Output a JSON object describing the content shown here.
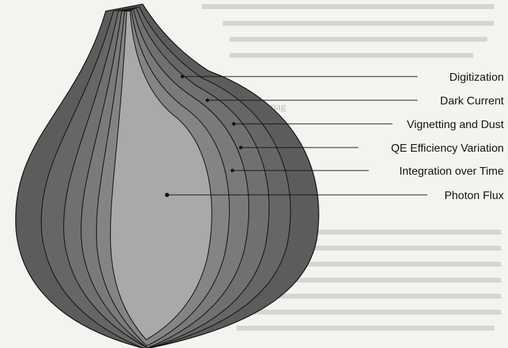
{
  "diagram": {
    "layers": [
      {
        "id": "digitization",
        "label": "Digitization",
        "fill": "#5c5c5c"
      },
      {
        "id": "dark-current",
        "label": "Dark Current",
        "fill": "#666666"
      },
      {
        "id": "vignetting-dust",
        "label": "Vignetting and Dust",
        "fill": "#707070"
      },
      {
        "id": "qe-variation",
        "label": "QE Efficiency Variation",
        "fill": "#7a7a7a"
      },
      {
        "id": "integration-time",
        "label": "Integration over Time",
        "fill": "#848484"
      },
      {
        "id": "photon-flux",
        "label": "Photon Flux",
        "fill": "#a9a9a9"
      }
    ],
    "outline_color": "#111111"
  },
  "background_page": {
    "visible_words": [
      "& CCD Imag"
    ]
  }
}
